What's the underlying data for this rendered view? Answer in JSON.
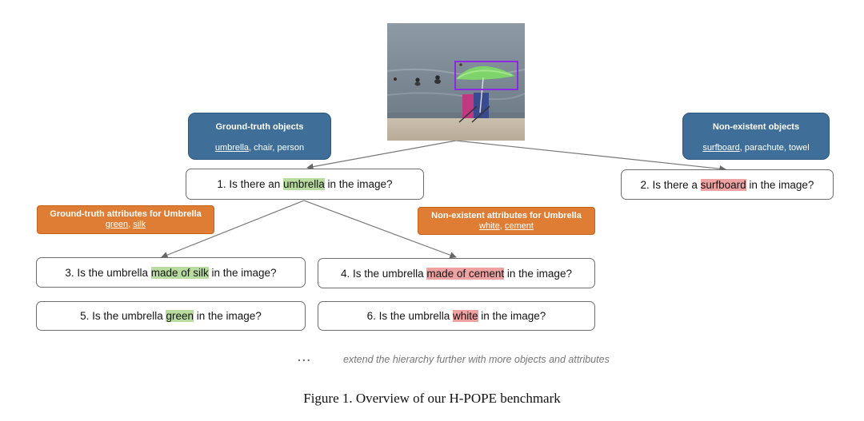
{
  "ground_truth_objects": {
    "title": "Ground-truth objects",
    "items": [
      "umbrella",
      "chair",
      "person"
    ]
  },
  "non_existent_objects": {
    "title": "Non-existent objects",
    "items": [
      "surfboard",
      "parachute",
      "towel"
    ]
  },
  "ground_truth_attributes": {
    "title": "Ground-truth attributes for Umbrella",
    "items": [
      "green",
      "silk"
    ]
  },
  "non_existent_attributes": {
    "title": "Non-existent attributes for Umbrella",
    "items": [
      "white",
      "cement"
    ]
  },
  "questions": {
    "q1": {
      "pre": "1. Is there an ",
      "hl": "umbrella",
      "post": " in the image?"
    },
    "q2": {
      "pre": "2. Is there a ",
      "hl": "surfboard",
      "post": " in the image?"
    },
    "q3": {
      "pre": "3. Is the umbrella ",
      "hl": "made of silk",
      "post": " in the image?"
    },
    "q4": {
      "pre": "4. Is the umbrella ",
      "hl": "made of cement",
      "post": " in the image?"
    },
    "q5": {
      "pre": "5. Is the umbrella ",
      "hl": "green",
      "post": " in the image?"
    },
    "q6": {
      "pre": "6. Is the umbrella ",
      "hl": "white",
      "post": " in the image?"
    }
  },
  "continuation": {
    "dots": "...",
    "text": "extend the hierarchy further with more objects and attributes"
  },
  "caption": "Figure 1. Overview of our H-POPE benchmark",
  "colors": {
    "object_box": "#3f6f98",
    "attribute_box": "#de7d33",
    "highlight_positive": "#b8dba0",
    "highlight_negative": "#efa2a2",
    "bbox": "#8a2be2"
  }
}
